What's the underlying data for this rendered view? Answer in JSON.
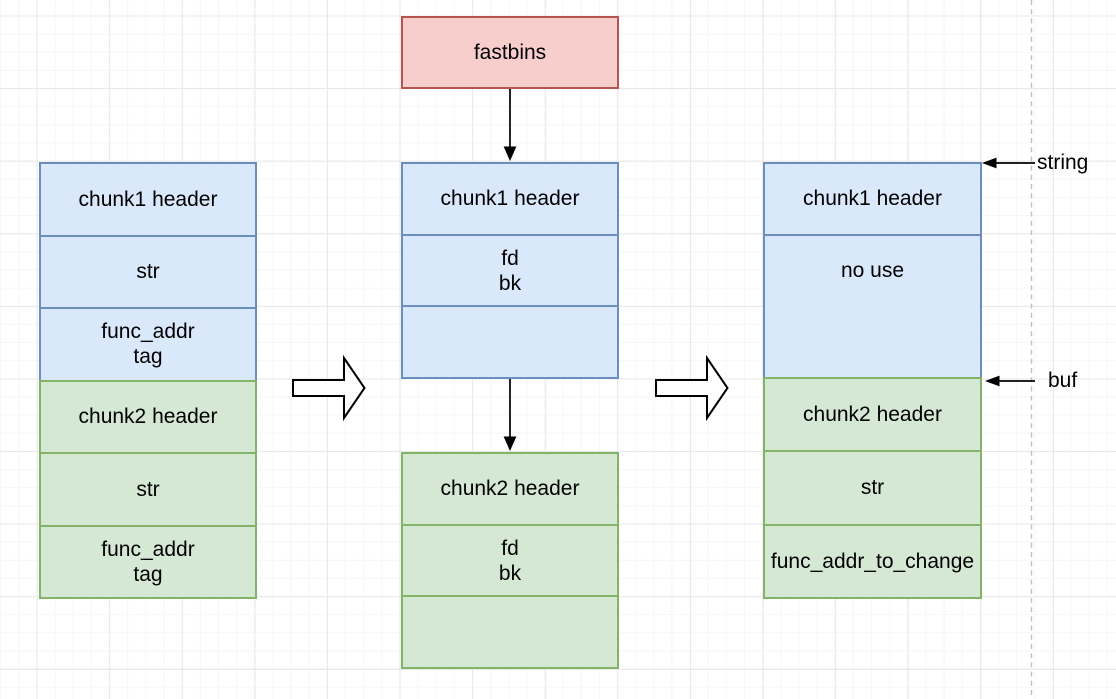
{
  "diagram": {
    "fastbins_label": "fastbins",
    "stages": {
      "before": {
        "chunk1": [
          "chunk1 header",
          "str",
          "func_addr\ntag"
        ],
        "chunk2": [
          "chunk2 header",
          "str",
          "func_addr\ntag"
        ]
      },
      "freed": {
        "chunk1": [
          "chunk1 header",
          "fd\nbk",
          ""
        ],
        "chunk2": [
          "chunk2 header",
          "fd\nbk",
          ""
        ]
      },
      "after": {
        "chunk1": [
          "chunk1 header",
          "no use"
        ],
        "chunk2": [
          "chunk2 header",
          "str",
          "func_addr_to_change"
        ]
      }
    },
    "annotations": {
      "string": "string",
      "buf": "buf"
    },
    "colors": {
      "blue_fill": "#dae8fc",
      "blue_stroke": "#6c8ebf",
      "green_fill": "#d5e8d4",
      "green_stroke": "#82b366",
      "red_fill": "#f8cecc",
      "red_stroke": "#b85450",
      "connector": "#000000",
      "guide_dash": "#c0c0c0",
      "grid_minor": "#f6f6f6",
      "grid_major": "#e7e7e7"
    }
  }
}
